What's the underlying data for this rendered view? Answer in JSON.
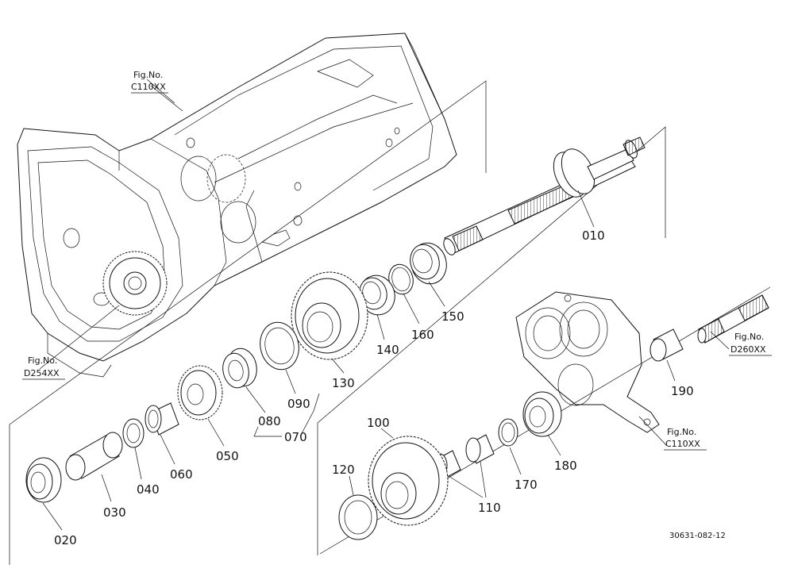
{
  "figure_refs": {
    "top": {
      "prefix": "Fig.No.",
      "code": "C110XX"
    },
    "left": {
      "prefix": "Fig.No.",
      "code": "D254XX"
    },
    "right": {
      "prefix": "Fig.No.",
      "code": "D260XX"
    },
    "bottom": {
      "prefix": "Fig.No.",
      "code": "C110XX"
    }
  },
  "parts": {
    "p010": "010",
    "p020": "020",
    "p030": "030",
    "p040": "040",
    "p050": "050",
    "p060": "060",
    "p070": "070",
    "p080": "080",
    "p090": "090",
    "p100": "100",
    "p110": "110",
    "p120": "120",
    "p130": "130",
    "p140": "140",
    "p150": "150",
    "p160": "160",
    "p170": "170",
    "p180": "180",
    "p190": "190"
  },
  "drawing_code": "30631-082-12"
}
